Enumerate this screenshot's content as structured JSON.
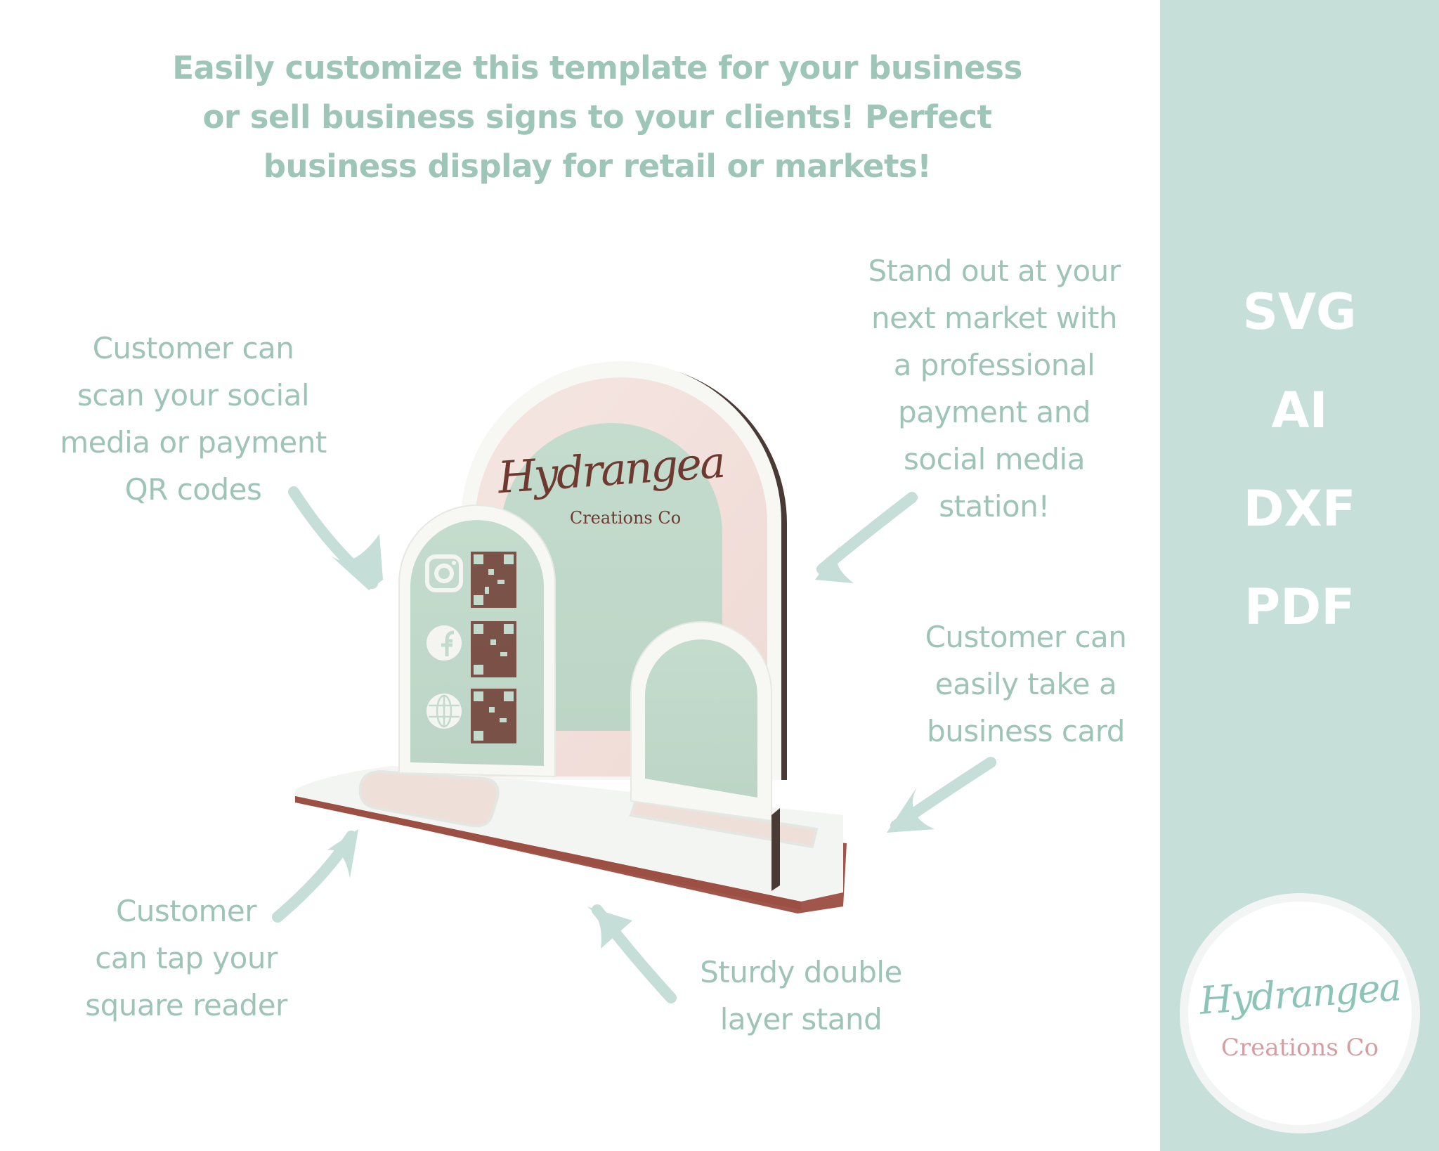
{
  "headline": {
    "lines": [
      "Easily customize this template for your business",
      "or sell business signs to your clients! Perfect",
      "business display for retail or markets!"
    ]
  },
  "callouts": {
    "qr_codes": {
      "lines": [
        "Customer can",
        "scan your social",
        "media or payment",
        "QR codes"
      ]
    },
    "stand_out": {
      "lines": [
        "Stand out at your",
        "next market with",
        "a professional",
        "payment and",
        "social media",
        "station!"
      ]
    },
    "business_card": {
      "lines": [
        "Customer can",
        "easily take a",
        "business card"
      ]
    },
    "square_reader": {
      "lines": [
        "Customer",
        "can tap your",
        "square reader"
      ]
    },
    "double_layer": {
      "lines": [
        "Sturdy double",
        "layer stand"
      ]
    }
  },
  "sidebar": {
    "formats": [
      "SVG",
      "AI",
      "DXF",
      "PDF"
    ],
    "logo": {
      "script": "Hydrangea",
      "subtitle": "Creations Co"
    }
  },
  "product": {
    "sign_script": "Hydrangea",
    "sign_subtitle": "Creations Co",
    "icons": [
      "instagram-icon",
      "facebook-icon",
      "globe-icon"
    ]
  },
  "colors": {
    "accent_mint": "#9dc6b9",
    "sidebar_bg": "#c6e0d9",
    "panel_green": "#c3dbcc",
    "birch_pink": "#f3e2df",
    "white_frame": "#f7f8f4",
    "engrave_brown": "#6e3a30",
    "logo_pink": "#d49ea2"
  }
}
